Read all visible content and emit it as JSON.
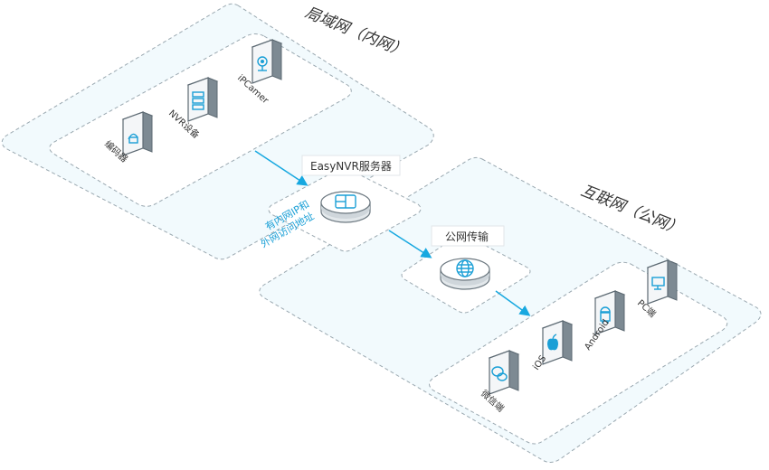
{
  "zones": {
    "lan_title": "局域网（内网）",
    "internet_title": "互联网（公网）"
  },
  "lan_devices": [
    {
      "label": "编码器",
      "icon": "encoder-icon"
    },
    {
      "label": "NVR设备",
      "icon": "nvr-icon"
    },
    {
      "label": "iPCamer",
      "icon": "ip-camera-icon"
    }
  ],
  "server": {
    "label": "EasyNVR服务器",
    "icon": "server-icon"
  },
  "public": {
    "label": "公网传输",
    "icon": "globe-icon"
  },
  "link_label_lines": [
    "有内网IP和",
    "外网访问地址"
  ],
  "clients": [
    {
      "label": "微信端",
      "icon": "wechat-icon"
    },
    {
      "label": "iOS",
      "icon": "apple-icon"
    },
    {
      "label": "Android",
      "icon": "android-icon"
    },
    {
      "label": "PC端",
      "icon": "monitor-icon"
    }
  ],
  "colors": {
    "accent": "#17a8e0",
    "zone_fill": "#f2fafd",
    "border": "#9aa8b0"
  }
}
